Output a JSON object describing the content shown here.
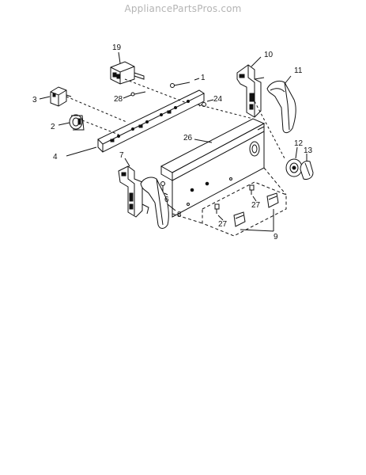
{
  "watermark": "AppliancePartsPros.com",
  "callouts": {
    "c1": "1",
    "c2": "2",
    "c3": "3",
    "c4": "4",
    "c6": "6",
    "c7": "7",
    "c8": "8",
    "c9": "9",
    "c10": "10",
    "c11": "11",
    "c12": "12",
    "c13": "13",
    "c19": "19",
    "c24": "24",
    "c26": "26",
    "c27a": "27",
    "c27b": "27",
    "c28": "28"
  }
}
